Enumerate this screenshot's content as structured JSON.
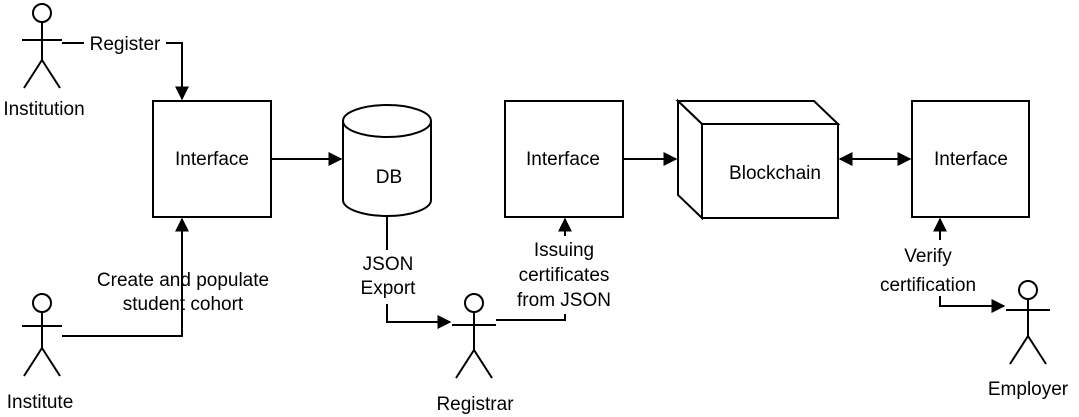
{
  "actors": {
    "institution": "Institution",
    "institute": "Institute",
    "registrar": "Registrar",
    "employer": "Employer"
  },
  "nodes": {
    "interface_left": "Interface",
    "db": "DB",
    "interface_middle": "Interface",
    "blockchain": "Blockchain",
    "interface_right": "Interface"
  },
  "edge_labels": {
    "register": "Register",
    "create_line1": "Create and populate",
    "create_line2": "student cohort",
    "json_line1": "JSON",
    "json_line2": "Export",
    "issuing_line1": "Issuing",
    "issuing_line2": "certificates",
    "issuing_line3": "from JSON",
    "verify_line1": "Verify",
    "verify_line2": "certification"
  }
}
